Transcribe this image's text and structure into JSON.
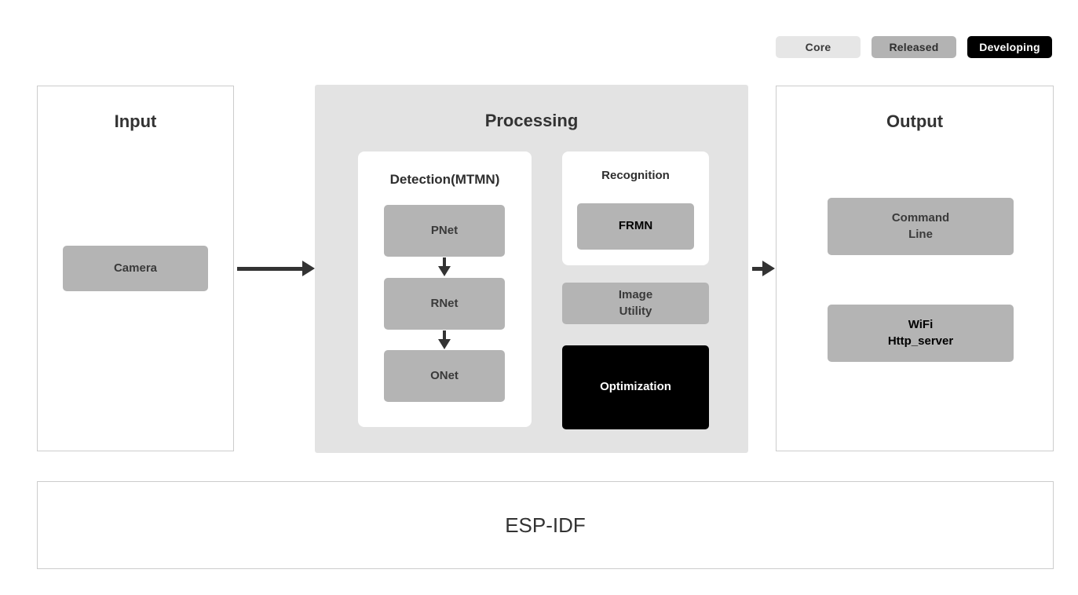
{
  "legend": {
    "items": [
      {
        "label": "Core",
        "color": "#e6e6e6",
        "text_color": "#3a3a3a"
      },
      {
        "label": "Released",
        "color": "#b3b3b3",
        "text_color": "#2e2e2e"
      },
      {
        "label": "Developing",
        "color": "#000000",
        "text_color": "#ffffff"
      }
    ]
  },
  "input": {
    "title": "Input",
    "camera": "Camera"
  },
  "processing": {
    "title": "Processing",
    "detection": {
      "title": "Detection(MTMN)",
      "stages": [
        {
          "label": "PNet"
        },
        {
          "label": "RNet"
        },
        {
          "label": "ONet"
        }
      ]
    },
    "recognition": {
      "title": "Recognition",
      "model": "FRMN"
    },
    "image_utility": "Image\nUtility",
    "image_utility_line1": "Image",
    "image_utility_line2": "Utility",
    "optimization": "Optimization"
  },
  "output": {
    "title": "Output",
    "command_line_line1": "Command",
    "command_line_line2": "Line",
    "wifi_line1": "WiFi",
    "wifi_line2": "Http_server"
  },
  "footer": {
    "label": "ESP-IDF"
  },
  "colors": {
    "core": "#e6e6e6",
    "released": "#b4b4b4",
    "developing": "#000000",
    "panel_bg": "#e3e3e3",
    "border": "#cccccc",
    "arrow": "#333333"
  }
}
